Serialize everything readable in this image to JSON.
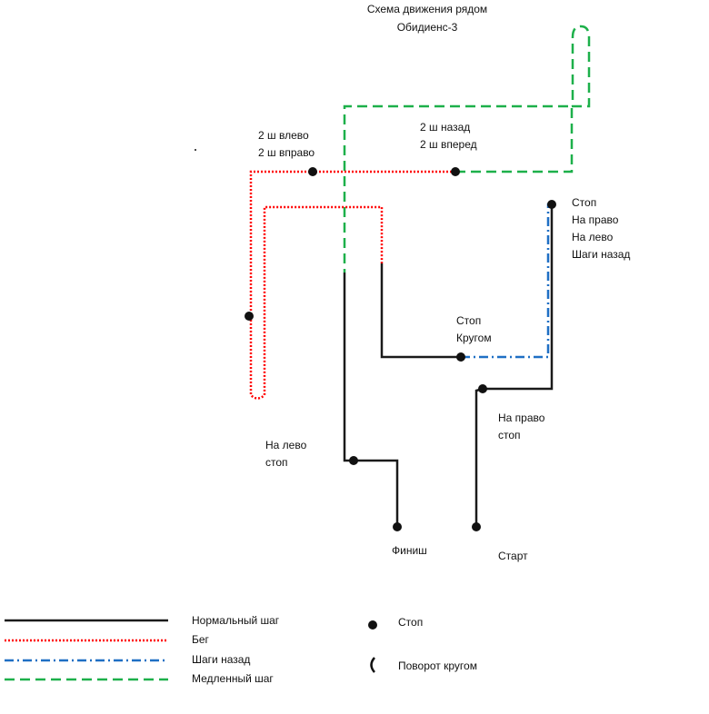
{
  "title": {
    "line1": "Схема движения рядом",
    "line2": "Обидиенс-3"
  },
  "labels": {
    "left_turns": [
      "2 ш влево",
      "2 ш вправо"
    ],
    "back_forward": [
      "2 ш назад",
      "2 ш вперед"
    ],
    "stop_group": [
      "Стоп",
      "На право",
      "На лево",
      "Шаги назад"
    ],
    "stop_around": [
      "Стоп",
      "Кругом"
    ],
    "right_stop": [
      "На право",
      "стоп"
    ],
    "left_stop": [
      "На лево",
      "стоп"
    ],
    "finish": "Финиш",
    "start": "Старт"
  },
  "legend": {
    "lines": [
      {
        "label": "Нормальный шаг",
        "style": "solid",
        "color": "#1a1a1a"
      },
      {
        "label": "Бег",
        "style": "dotted",
        "color": "#ff0000"
      },
      {
        "label": "Шаги назад",
        "style": "dash-dot",
        "color": "#1f6fc4"
      },
      {
        "label": "Медленный шаг",
        "style": "dashed",
        "color": "#1db04a"
      }
    ],
    "symbols": [
      {
        "label": "Стоп",
        "icon": "stop-dot-icon"
      },
      {
        "label": "Поворот кругом",
        "icon": "turn-around-icon"
      }
    ]
  },
  "colors": {
    "normal": "#1a1a1a",
    "run": "#ff0000",
    "back": "#1f6fc4",
    "slow": "#1db04a"
  }
}
